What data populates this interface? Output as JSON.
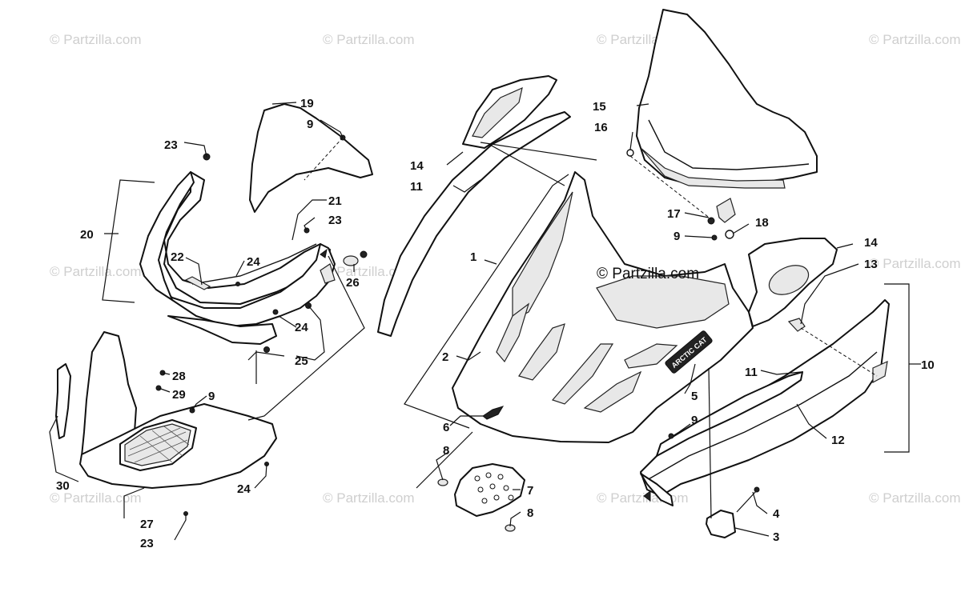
{
  "watermark": "© Partzilla.com",
  "brand_watermark": "© Partzilla.com",
  "decal_text": "ARCTIC CAT",
  "callouts": {
    "c1": "1",
    "c2": "2",
    "c3": "3",
    "c4": "4",
    "c5": "5",
    "c6": "6",
    "c7": "7",
    "c8a": "8",
    "c8b": "8",
    "c9a": "9",
    "c9b": "9",
    "c9c": "9",
    "c9d": "9",
    "c10": "10",
    "c11a": "11",
    "c11b": "11",
    "c12": "12",
    "c13": "13",
    "c14a": "14",
    "c14b": "14",
    "c15": "15",
    "c16": "16",
    "c17": "17",
    "c18": "18",
    "c19": "19",
    "c20": "20",
    "c21": "21",
    "c22": "22",
    "c23a": "23",
    "c23b": "23",
    "c23c": "23",
    "c24a": "24",
    "c24b": "24",
    "c24c": "24",
    "c25": "25",
    "c26": "26",
    "c27": "27",
    "c28": "28",
    "c29": "29",
    "c30": "30"
  }
}
